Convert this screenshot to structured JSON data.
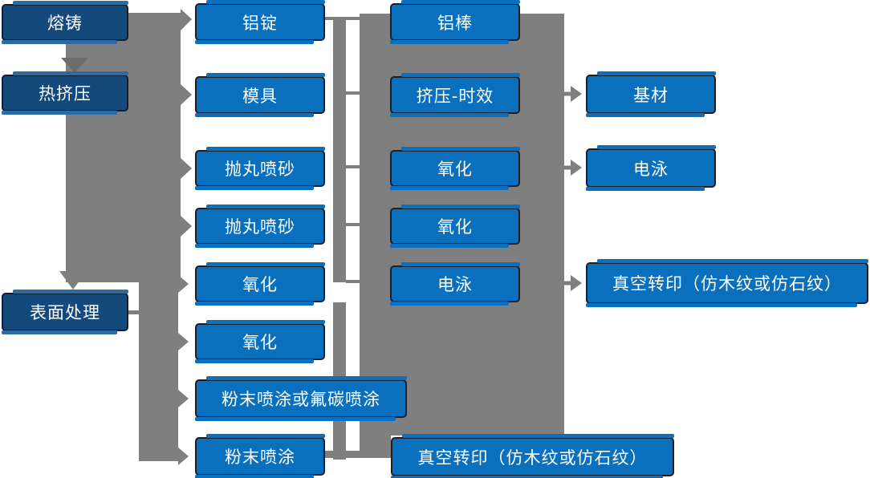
{
  "colors": {
    "background": "#ffffff",
    "bright_blue": "#0a70be",
    "dark_blue": "#14497b",
    "dark_blue_sliver": "#2c6ba4",
    "connector_gray": "#7f7f7f",
    "connector_gray_dark": "#6c6c6c"
  },
  "nodes": {
    "col1": [
      "熔铸",
      "热挤压",
      "表面处理"
    ],
    "col2": [
      "铝锭",
      "模具",
      "抛丸喷砂",
      "抛丸喷砂",
      "氧化",
      "氧化",
      "粉末喷涂或氟碳喷涂",
      "粉末喷涂"
    ],
    "col3": [
      "铝棒",
      "挤压-时效",
      "氧化",
      "氧化",
      "电泳",
      "真空转印（仿木纹或仿石纹）"
    ],
    "col4": [
      "基材",
      "电泳",
      "真空转印（仿木纹或仿石纹）"
    ]
  }
}
